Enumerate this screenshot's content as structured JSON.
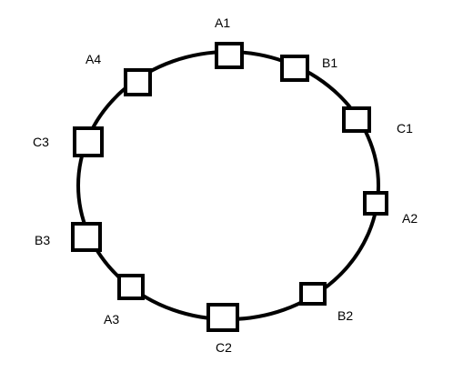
{
  "colors": {
    "stroke": "#000000",
    "background": "#ffffff",
    "node_fill": "#ffffff"
  },
  "nodes": [
    {
      "id": "A1",
      "label": "A1"
    },
    {
      "id": "B1",
      "label": "B1"
    },
    {
      "id": "C1",
      "label": "C1"
    },
    {
      "id": "A2",
      "label": "A2"
    },
    {
      "id": "B2",
      "label": "B2"
    },
    {
      "id": "C2",
      "label": "C2"
    },
    {
      "id": "A3",
      "label": "A3"
    },
    {
      "id": "B3",
      "label": "B3"
    },
    {
      "id": "C3",
      "label": "C3"
    },
    {
      "id": "A4",
      "label": "A4"
    }
  ]
}
